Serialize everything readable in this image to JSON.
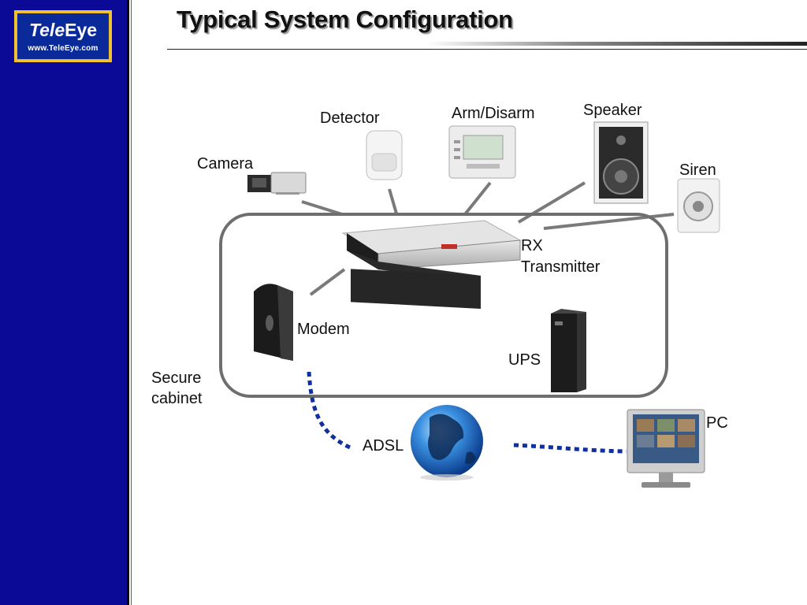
{
  "brand": {
    "logo_word_1": "Tele",
    "logo_word_2": "Eye",
    "logo_url": "www.TeleEye.com"
  },
  "slide": {
    "title": "Typical System Configuration"
  },
  "labels": {
    "camera": "Camera",
    "detector": "Detector",
    "arm_disarm": "Arm/Disarm",
    "speaker": "Speaker",
    "siren": "Siren",
    "rx_line1": "RX",
    "rx_line2": "Transmitter",
    "modem": "Modem",
    "ups": "UPS",
    "secure_line1": "Secure",
    "secure_line2": "cabinet",
    "adsl": "ADSL",
    "pc": "PC"
  },
  "colors": {
    "sidebar": "#0a0a96",
    "logo_border": "#f2c233",
    "cabinet_outline": "#6e6e6e",
    "network_link": "#1030a0",
    "device_link": "#7a7a7a"
  },
  "icons": [
    "camera-icon",
    "motion-detector-icon",
    "keypad-icon",
    "speaker-icon",
    "siren-icon",
    "rx-transmitter-icon",
    "modem-icon",
    "ups-icon",
    "globe-icon",
    "pc-monitor-icon"
  ]
}
